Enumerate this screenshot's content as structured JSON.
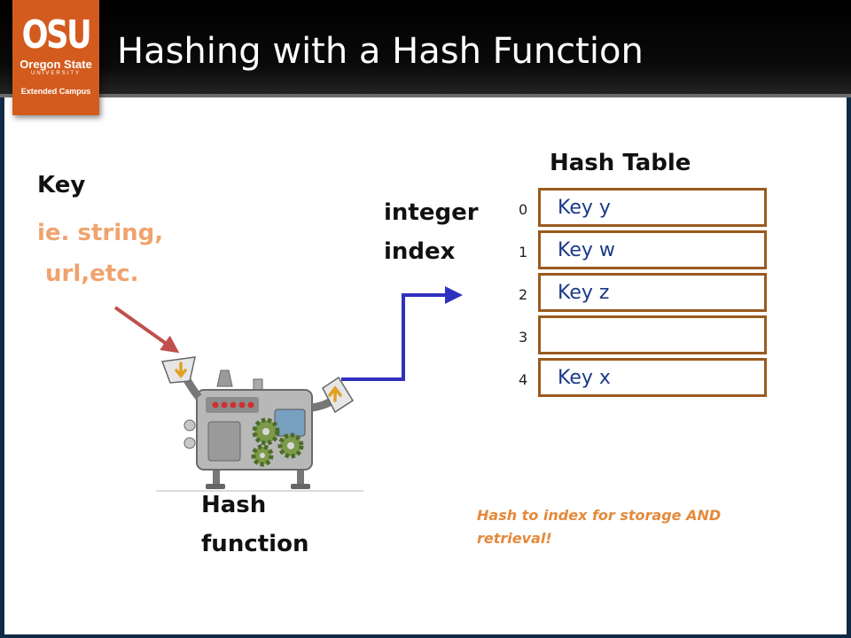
{
  "header": {
    "title": "Hashing with a Hash Function",
    "logo": {
      "line0": "OSU",
      "line1": "Oregon State",
      "line2": "UNIVERSITY",
      "line3": "Extended Campus"
    }
  },
  "key": {
    "label": "Key",
    "examples": "ie. string,\n url,etc."
  },
  "integer_index_label": "integer index",
  "hash_function_label": "Hash function",
  "hash_table": {
    "title": "Hash Table",
    "rows": [
      {
        "index": "0",
        "value": "Key y"
      },
      {
        "index": "1",
        "value": "Key w"
      },
      {
        "index": "2",
        "value": "Key z"
      },
      {
        "index": "3",
        "value": ""
      },
      {
        "index": "4",
        "value": "Key x"
      }
    ]
  },
  "note": "Hash to index for storage AND retrieval!",
  "colors": {
    "brand": "#d35b1e",
    "title_bar": "#000000",
    "key_examples": "#f0a36e",
    "table_border": "#9a5a20",
    "table_text": "#1a3a8a",
    "arrow_in": "#c0504d",
    "arrow_out": "#3030c0",
    "note": "#e48a3c"
  },
  "icons": [
    "hash-machine-illustration",
    "input-arrow",
    "output-arrow"
  ]
}
